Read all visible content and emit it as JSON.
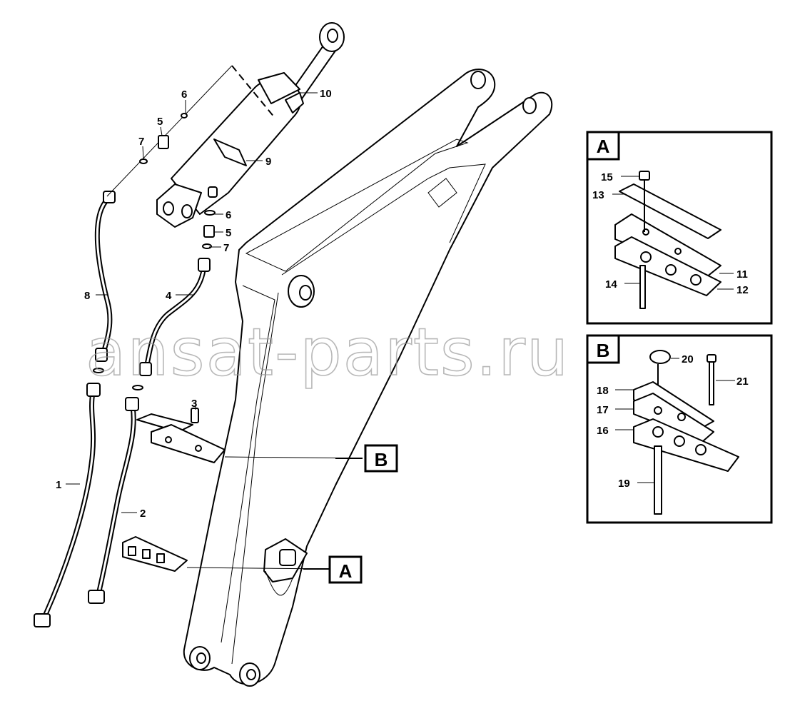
{
  "callouts": {
    "c1": "1",
    "c2": "2",
    "c3": "3",
    "c4": "4",
    "c5a": "5",
    "c5b": "5",
    "c6a": "6",
    "c6b": "6",
    "c7a": "7",
    "c7b": "7",
    "c8": "8",
    "c9": "9",
    "c10": "10",
    "c11": "11",
    "c12": "12",
    "c13": "13",
    "c14": "14",
    "c15": "15",
    "c16": "16",
    "c17": "17",
    "c18": "18",
    "c19": "19",
    "c20": "20",
    "c21": "21"
  },
  "detail_refs": {
    "ref_a": "A",
    "ref_b": "B",
    "inset_a_title": "A",
    "inset_b_title": "B"
  },
  "watermark": "ansat-parts.ru"
}
